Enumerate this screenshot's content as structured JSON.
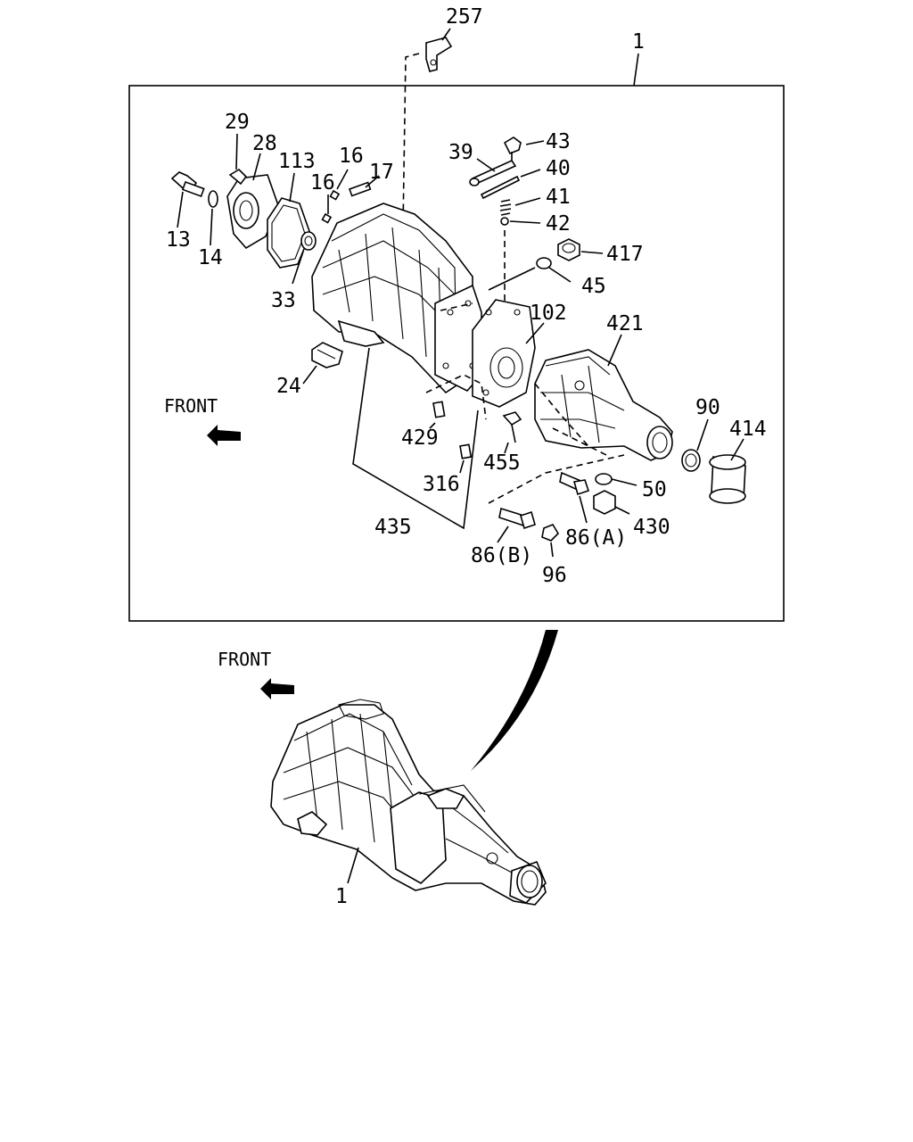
{
  "callouts": {
    "c257": "257",
    "c1_top": "1",
    "c29": "29",
    "c28": "28",
    "c113": "113",
    "c16a": "16",
    "c16b": "16",
    "c17": "17",
    "c13": "13",
    "c14": "14",
    "c33": "33",
    "c39": "39",
    "c43": "43",
    "c40": "40",
    "c41": "41",
    "c42": "42",
    "c417": "417",
    "c45": "45",
    "c102": "102",
    "c421": "421",
    "c24": "24",
    "c429": "429",
    "c455": "455",
    "c316": "316",
    "c90": "90",
    "c414": "414",
    "c50": "50",
    "c435": "435",
    "c430": "430",
    "c86a": "86(A)",
    "c86b": "86(B)",
    "c96": "96",
    "c1_bottom": "1"
  },
  "front_labels": {
    "top": "FRONT",
    "bottom": "FRONT"
  },
  "icons": [
    "front-arrow-icon",
    "front-arrow-icon"
  ]
}
